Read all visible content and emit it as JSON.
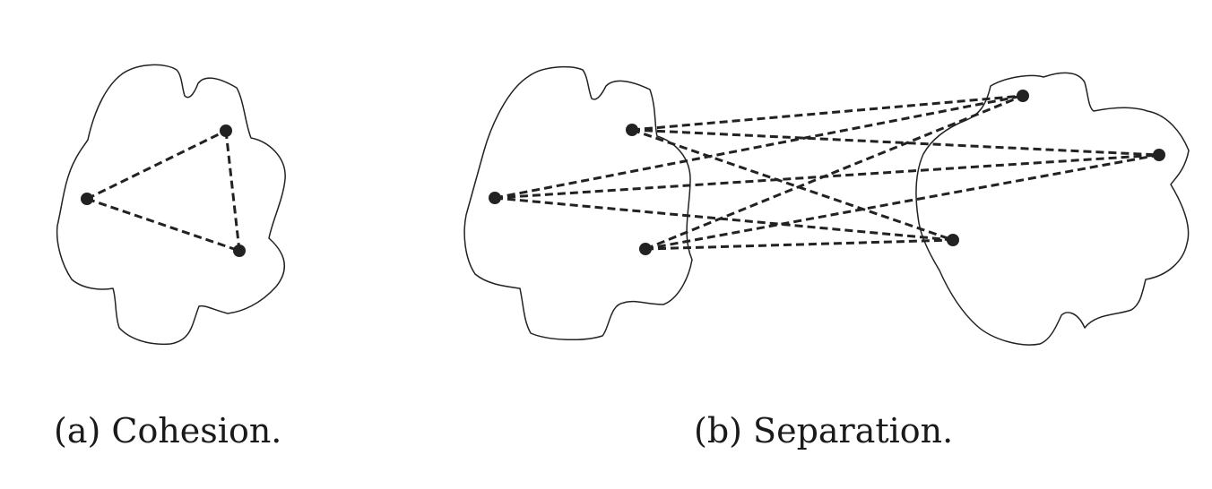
{
  "panels": [
    {
      "id": "a",
      "caption": "(a) Cohesion.",
      "clusters": 1,
      "points_per_cluster": [
        3
      ],
      "edge_style": "dashed",
      "edges_connect": "all pairs of points within the cluster"
    },
    {
      "id": "b",
      "caption": "(b) Separation.",
      "clusters": 2,
      "points_per_cluster": [
        3,
        3
      ],
      "edge_style": "dashed",
      "edges_connect": "every point of one cluster to every point of the other cluster"
    }
  ],
  "colors": {
    "stroke": "#222222",
    "background": "#ffffff"
  }
}
